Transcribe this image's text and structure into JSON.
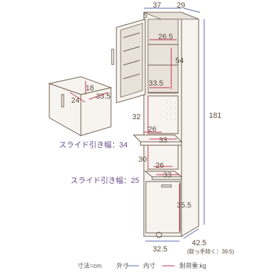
{
  "dimensions": {
    "top_width_outer": "37",
    "top_depth_outer": "29",
    "top_gap": "5",
    "shelf_inner_width": "26.5",
    "upper_inner_height": "54",
    "upper_inner_depth": "33.5",
    "total_height": "181",
    "slide_height": "32",
    "slide1_width": "26",
    "slide1_depth": "33",
    "slide1_label": "スライド引き幅：34",
    "drawer_gap_height": "30",
    "slide2_width": "26",
    "slide2_depth": "33",
    "slide2_label": "スライド引き幅：25",
    "drawer_height": "35.5",
    "base_width": "32.5",
    "base_depth": "42.5",
    "base_depth_note": "(取っ手除く：39.5)",
    "box_height": "18",
    "box_width": "24",
    "box_depth": "33.5"
  },
  "legend": {
    "unit": "寸法=cm",
    "outer": "外寸",
    "inner": "内寸",
    "load": "耐荷重:kg"
  },
  "colors": {
    "outer_arrow": "#5566aa",
    "inner_arrow": "#c0304a",
    "load": "#6a4a8a",
    "line": "#6b5a4a"
  }
}
